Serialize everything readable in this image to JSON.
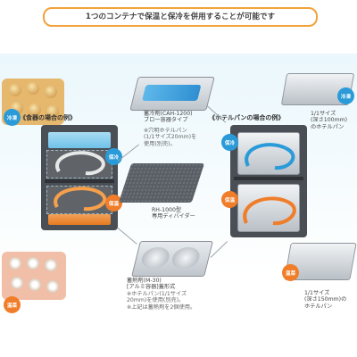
{
  "headline": "1つのコンテナで保温と保冷を併用することが可能です",
  "left_section": {
    "title": "《食器の場合の例》"
  },
  "right_section": {
    "title": "《ホテルパンの場合の例》"
  },
  "badges": {
    "cold": "冷凍",
    "hot": "温菜",
    "keep_cold": "保冷",
    "keep_warm": "保温"
  },
  "captions": {
    "cold_agent": "蓄冷剤(CAH-1200)\nブロー容器タイプ",
    "cold_agent_note": "※穴明ホテルパン\n(1/1サイズ20mm)を\n使用(別売)。",
    "divider": "RH-1000型\n専用ディバイダー",
    "heat_agent": "蓄熱剤(M-30)\n[アルミ容器]蓋形式",
    "heat_agent_note": "※ホテルパン(1/1サイズ\n20mm)を使用(別売)。\n※上記は蓄熱剤を2個使用。",
    "pan_small": "1/1サイズ\n(深さ100mm)\nのホテルパン",
    "pan_large": "1/1サイズ\n(深さ150mm)の\nホテルパン"
  },
  "colors": {
    "cold": "#2a9bd8",
    "hot": "#ef7d2a",
    "accent": "#f2a23a"
  }
}
